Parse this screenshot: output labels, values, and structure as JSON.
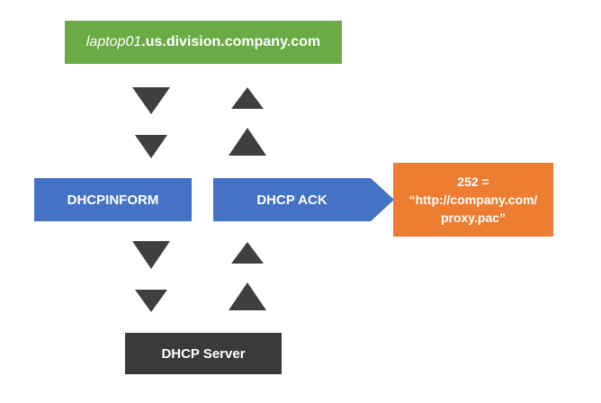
{
  "nodes": {
    "host": {
      "prefix_italic": "laptop01",
      "suffix": ".us.division.company.com",
      "color": "#6aab45"
    },
    "inform": {
      "label": "DHCPINFORM",
      "color": "#4472c4"
    },
    "ack": {
      "label": "DHCP ACK",
      "color": "#4472c4"
    },
    "proxy": {
      "line1": "252 =",
      "line2": "“http://company.com/",
      "line3": "proxy.pac”",
      "color": "#ed7d31"
    },
    "server": {
      "label": "DHCP Server",
      "color": "#3a3a3a"
    }
  },
  "arrows": {
    "color": "#3f3f3f",
    "down_column": [
      "down",
      "down",
      "down",
      "down"
    ],
    "up_column": [
      "up",
      "up",
      "up",
      "up"
    ]
  }
}
